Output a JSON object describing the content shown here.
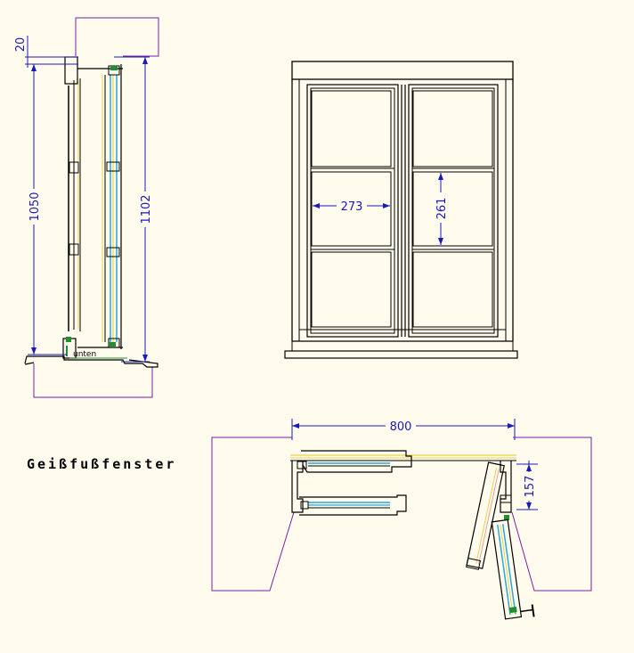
{
  "title": "Geißfußfenster",
  "dims": {
    "frame_offset": "20",
    "sash_height": "1050",
    "overall_height": "1102",
    "pane_width": "273",
    "pane_height": "261",
    "overall_width": "800",
    "stop_depth": "157"
  },
  "labels": {
    "bottom": "unten"
  },
  "colors": {
    "background": "#FFFCEE",
    "dimension": "#1A1AB8",
    "wall": "#7A1FA2",
    "glass": "#2AA7D8",
    "yellow": "#E8D24A",
    "green": "#1F8F2F"
  }
}
